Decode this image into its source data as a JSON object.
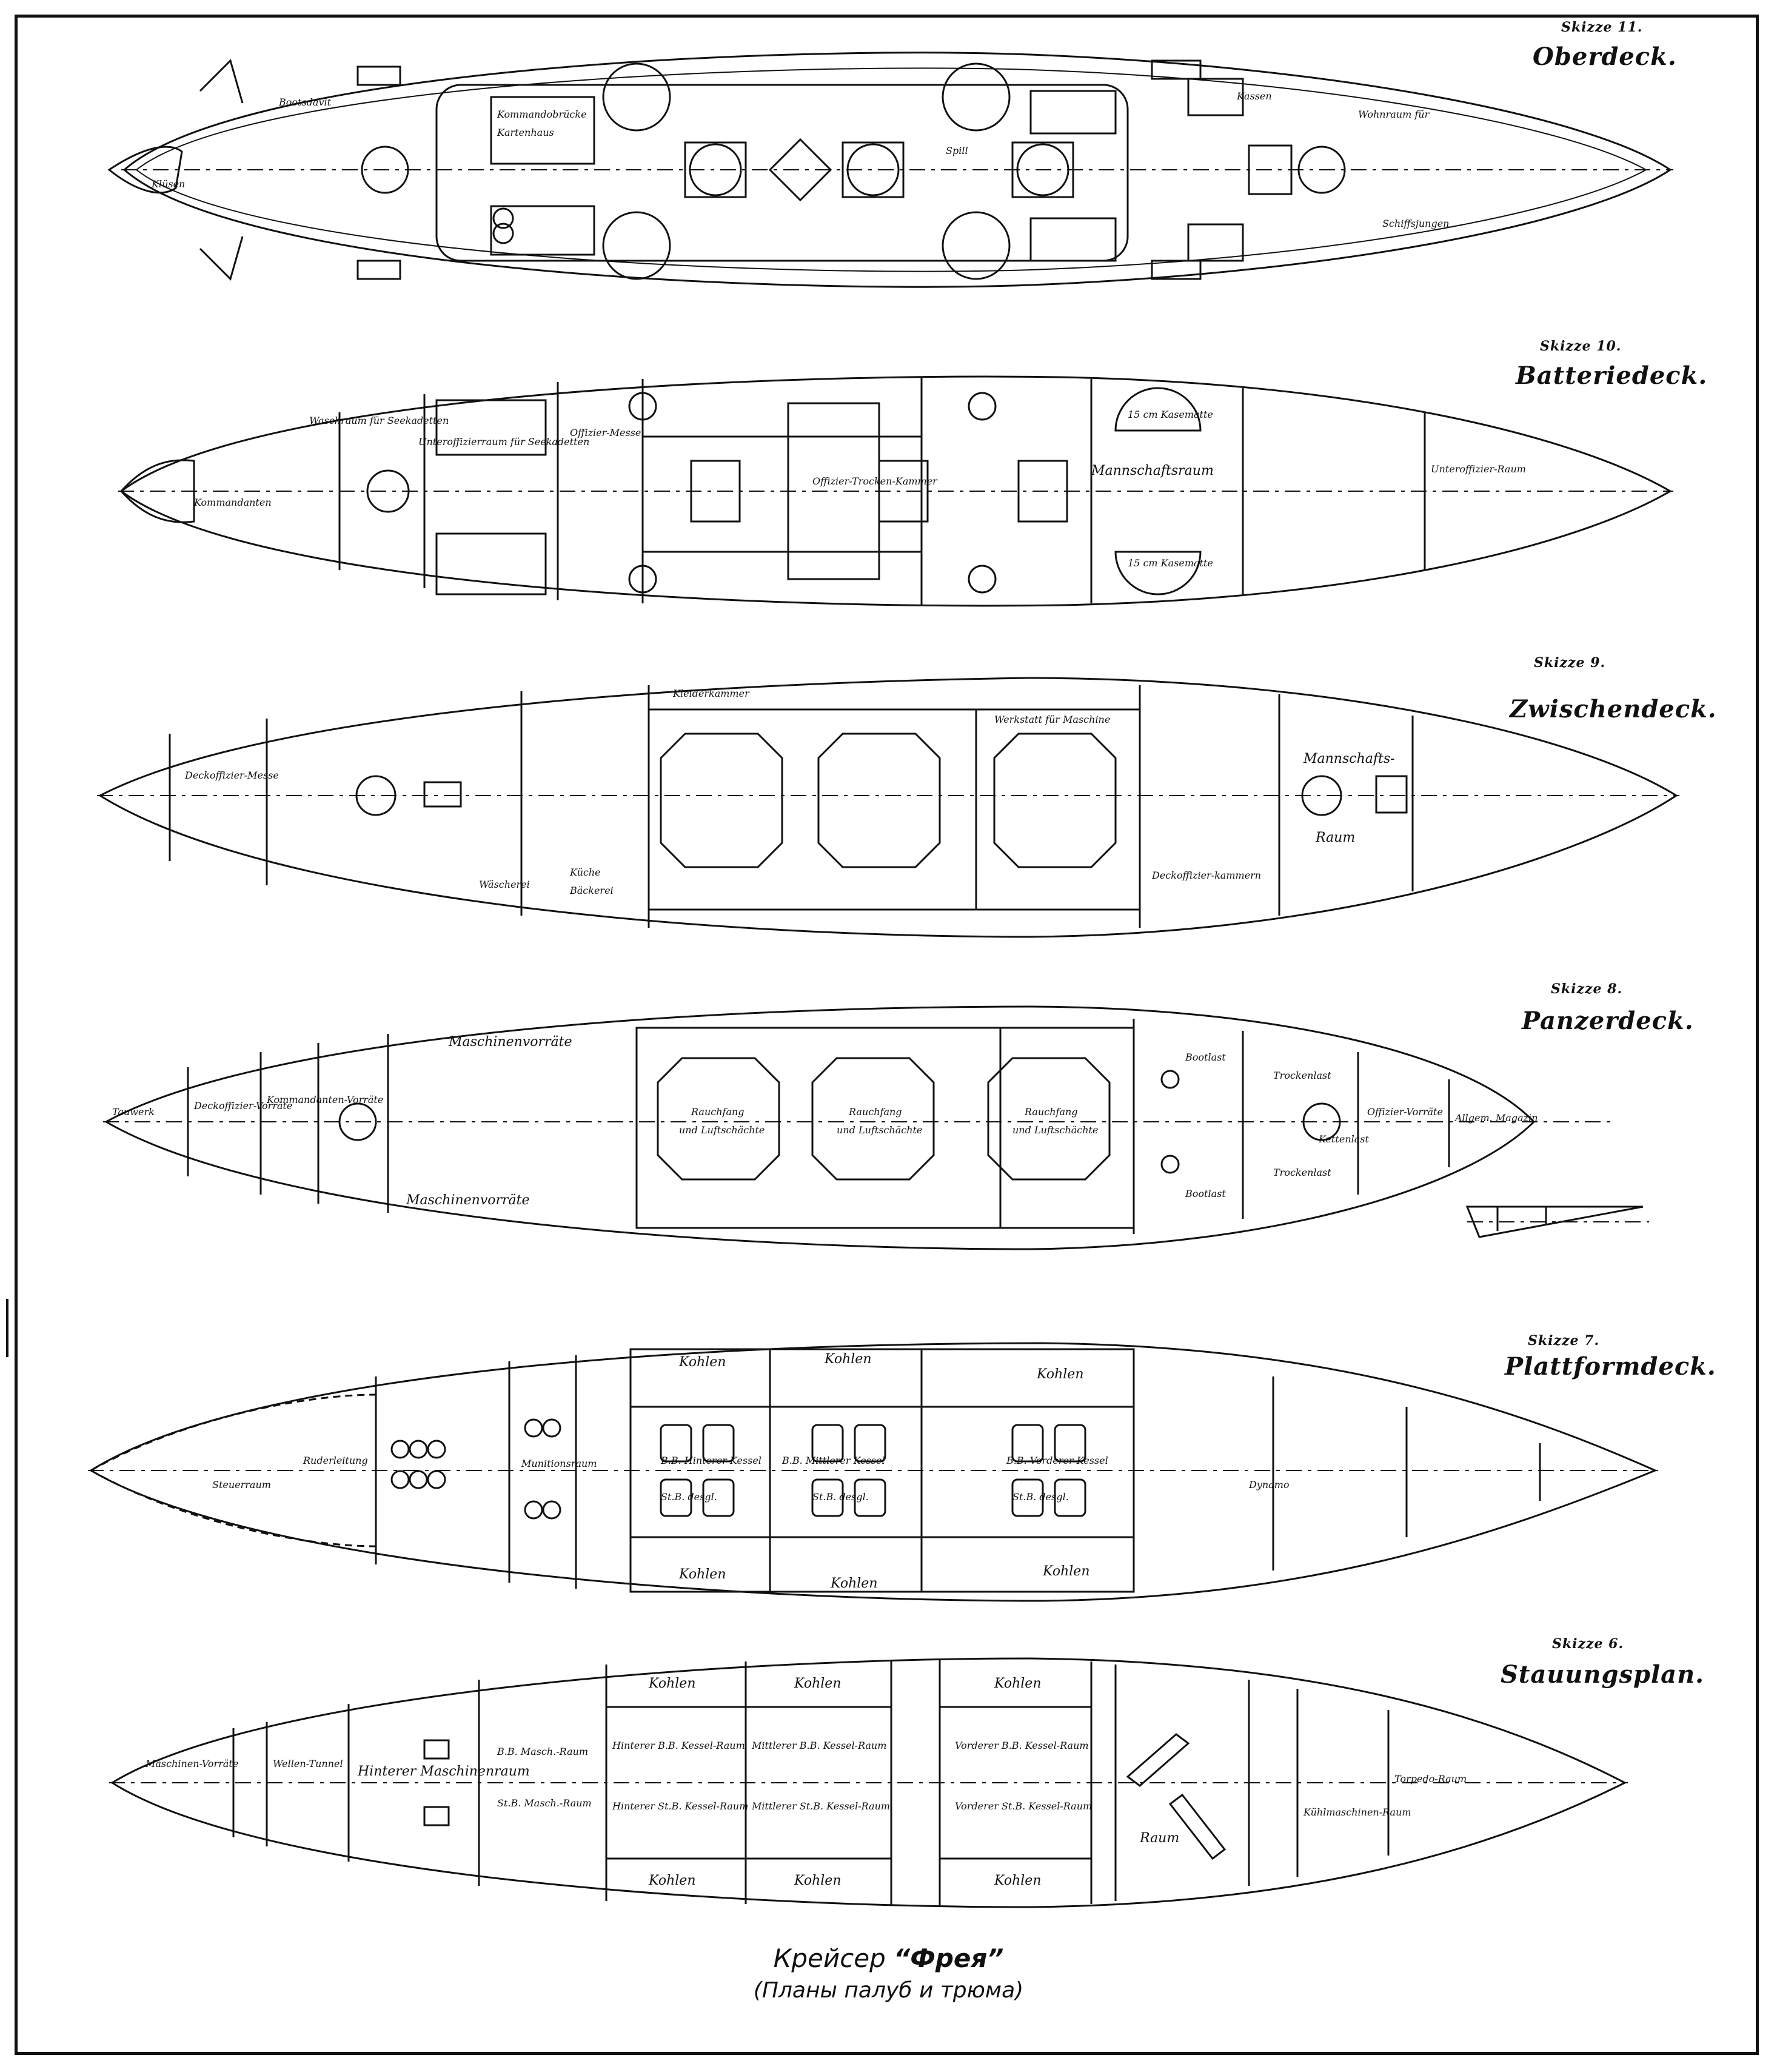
{
  "caption": {
    "title_prefix": "Крейсер ",
    "title_name": "“Фрея”",
    "subtitle": "(Планы палуб и трюма)"
  },
  "decks": [
    {
      "sketch": "Skizze 11.",
      "name": "Oberdeck.",
      "labels": [
        "Kassen",
        "Schiffsjungen",
        "Wohnraum für",
        "Klüsen",
        "Spill",
        "Bootsdavit",
        "Kommandobrücke",
        "Kartenhaus"
      ]
    },
    {
      "sketch": "Skizze 10.",
      "name": "Batteriedeck.",
      "labels": [
        "Waschraum für Seekadetten",
        "Unteroffizierraum für Seekadetten",
        "Offizier-Messe",
        "Mannschaftsraum",
        "Unteroffizier-Raum",
        "Kommandanten",
        "Offizier-Trocken-Kammer",
        "15 cm Kasematte",
        "15 cm Kasematte"
      ]
    },
    {
      "sketch": "Skizze 9.",
      "name": "Zwischendeck.",
      "labels": [
        "Deckoffizier-Messe",
        "Kleiderkammer",
        "Werkstatt für Maschine",
        "Mannschafts-",
        "Raum",
        "Deckoffizier-kammern",
        "Bäckerei",
        "Küche",
        "Wäscherei"
      ]
    },
    {
      "sketch": "Skizze 8.",
      "name": "Panzerdeck.",
      "labels": [
        "Maschinenvorräte",
        "Maschinenvorräte",
        "Rauchfang",
        "Rauchfang",
        "Rauchfang",
        "und Luftschächte",
        "und Luftschächte",
        "und Luftschächte",
        "Trockenlast",
        "Trockenlast",
        "Bootlast",
        "Bootlast",
        "Kommandanten-Vorräte",
        "Deckoffizier-Vorräte",
        "Offizier-Vorräte",
        "Tauwerk",
        "Kettenlast",
        "Allgem. Magazin"
      ]
    },
    {
      "sketch": "Skizze 7.",
      "name": "Plattformdeck.",
      "labels": [
        "Kohlen",
        "Kohlen",
        "Kohlen",
        "Kohlen",
        "Kohlen",
        "Kohlen",
        "B.B. Hinterer Kessel",
        "B.B. Mittlerer Kessel",
        "B.B. Vorderer Kessel",
        "St.B. desgl.",
        "St.B. desgl.",
        "St.B. desgl.",
        "Steuerraum",
        "Ruderleitung",
        "Munitionsraum",
        "Dynamo"
      ]
    },
    {
      "sketch": "Skizze 6.",
      "name": "Stauungsplan.",
      "labels": [
        "Maschinen-Vorräte",
        "Wellen-Tunnel",
        "Hinterer Maschinenraum",
        "B.B. Masch.-Raum",
        "St.B. Masch.-Raum",
        "Hinterer B.B. Kessel-Raum",
        "Hinterer St.B. Kessel-Raum",
        "Mittlerer B.B. Kessel-Raum",
        "Mittlerer St.B. Kessel-Raum",
        "Vorderer B.B. Kessel-Raum",
        "Vorderer St.B. Kessel-Raum",
        "Kohlen",
        "Kohlen",
        "Kohlen",
        "Kohlen",
        "Kohlen",
        "Kohlen",
        "Kühlmaschinen-Raum",
        "Torpedo-Raum",
        "Raum"
      ]
    }
  ],
  "colors": {
    "ink": "#111111",
    "paper": "#ffffff"
  }
}
